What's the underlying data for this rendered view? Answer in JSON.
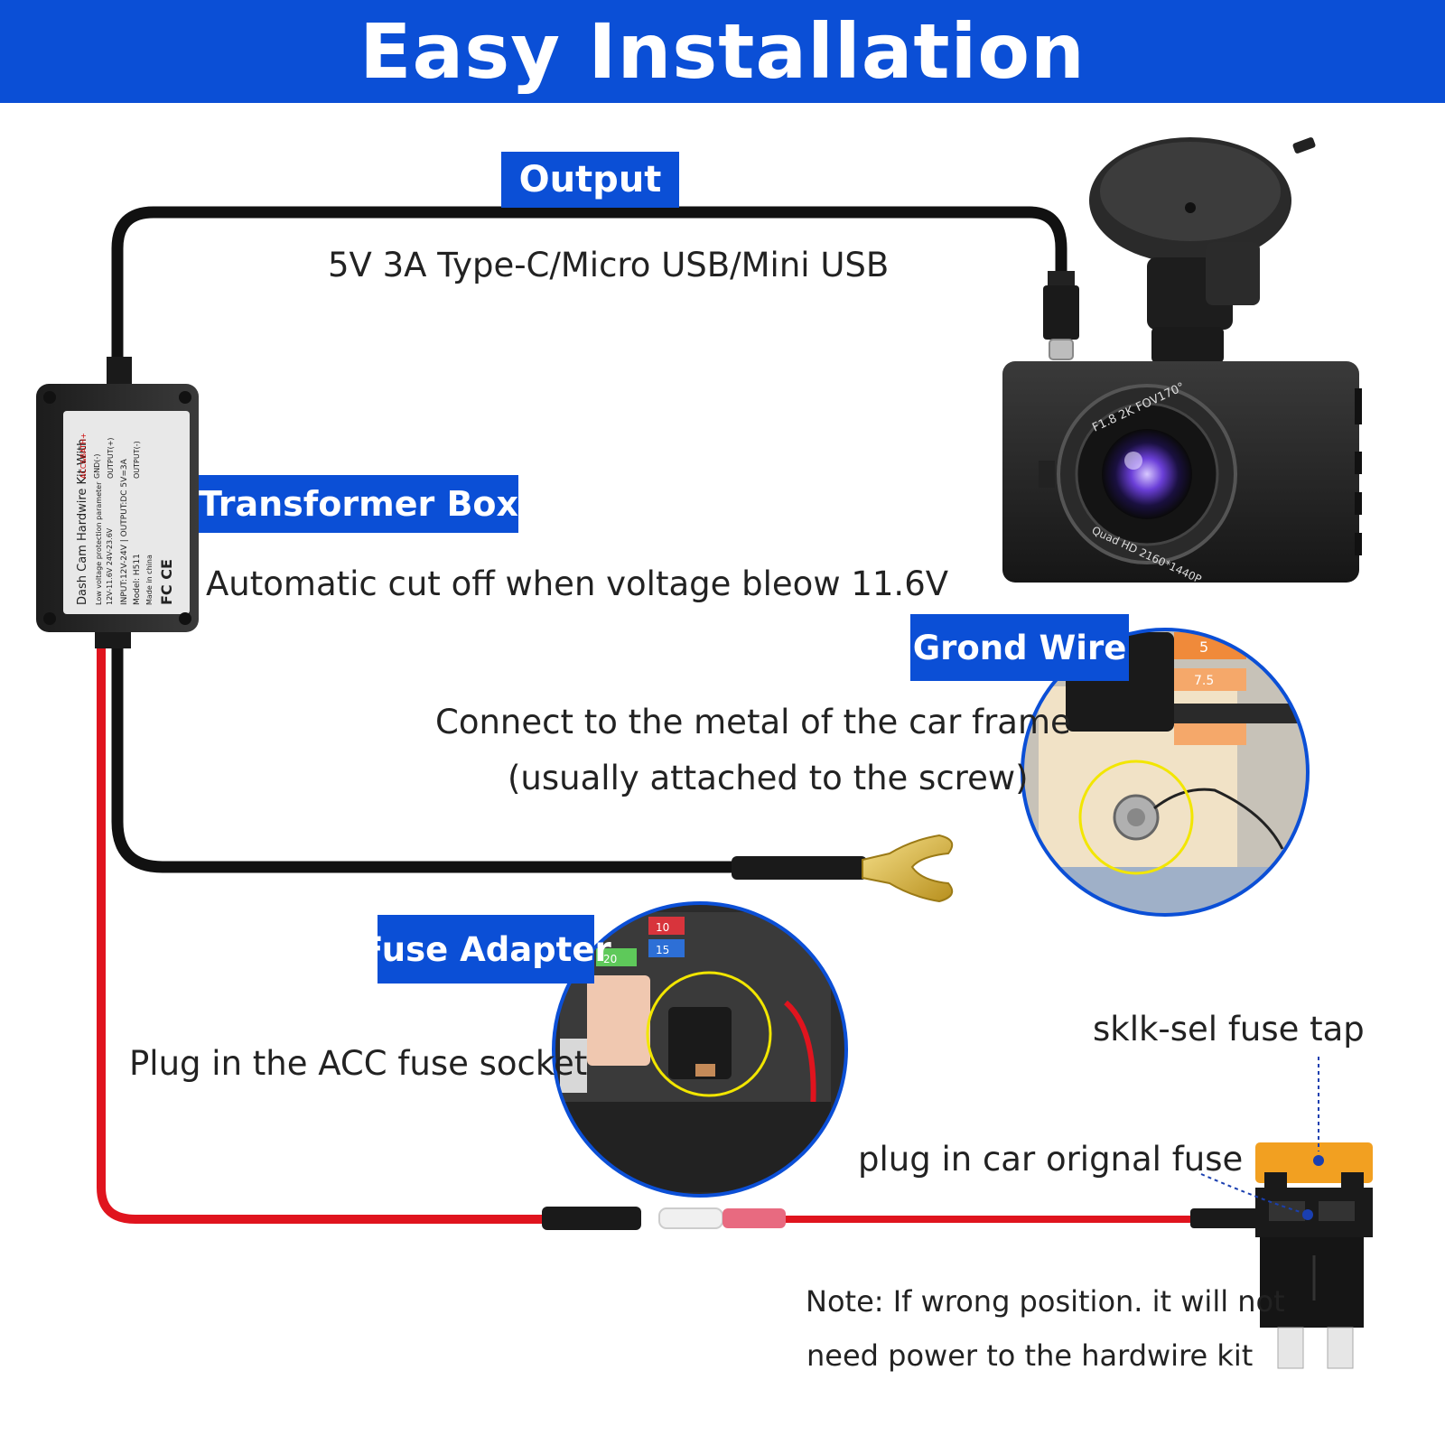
{
  "banner": {
    "title": "Easy Installation"
  },
  "labels": {
    "output": "Output",
    "transformer_box": "Transformer Box",
    "ground_wire": "Grond Wire",
    "fuse_adapter": "Fuse Adapter"
  },
  "descriptions": {
    "output": "5V 3A Type-C/Micro USB/Mini USB",
    "transformer": "Automatic cut off when voltage bleow 11.6V",
    "ground_line1": "Connect to the metal of the car frame",
    "ground_line2": "(usually attached  to the screw)",
    "fuse_socket": "Plug in the ACC fuse socket",
    "fuse_tap": "sklk-sel fuse tap",
    "original_fuse": "plug in car orignal fuse",
    "note_line1": "Note: If wrong position. it will not",
    "note_line2": "need power to the hardwire kit"
  },
  "transformer_box_print": {
    "line1": "Dash Cam Hardwire Kit With",
    "line2": "Low voltage protection parameter",
    "line3": "12V-11.6V  24V-23.6V",
    "line4": "INPUT:12V-24V | OUTPUT:DC 5V=3A",
    "line5": "Model: H511",
    "line6": "Made in china",
    "acc": "ACC&BATH+",
    "gnd": "GND(-)",
    "out_pos": "OUTPUT(+)",
    "out_neg": "OUTPUT(-)",
    "marks": "FC CE"
  },
  "camera_print": {
    "lens_top": "F1.8 2K FOV170°",
    "lens_bottom": "Quad HD 2160*1440P"
  },
  "fuse_print": {
    "fuse_5": "5",
    "fuse_7_5": "7.5",
    "fuse_10": "10",
    "fuse_15": "15",
    "fuse_20": "20"
  },
  "colors": {
    "accent": "#0b4fd6",
    "wire_red": "#e0141e",
    "wire_black": "#111111",
    "highlight": "#f2e600"
  },
  "icons": [
    "dash-camera-icon",
    "transformer-box-icon",
    "fork-terminal-icon",
    "fuse-tap-icon",
    "usb-c-plug-icon"
  ]
}
